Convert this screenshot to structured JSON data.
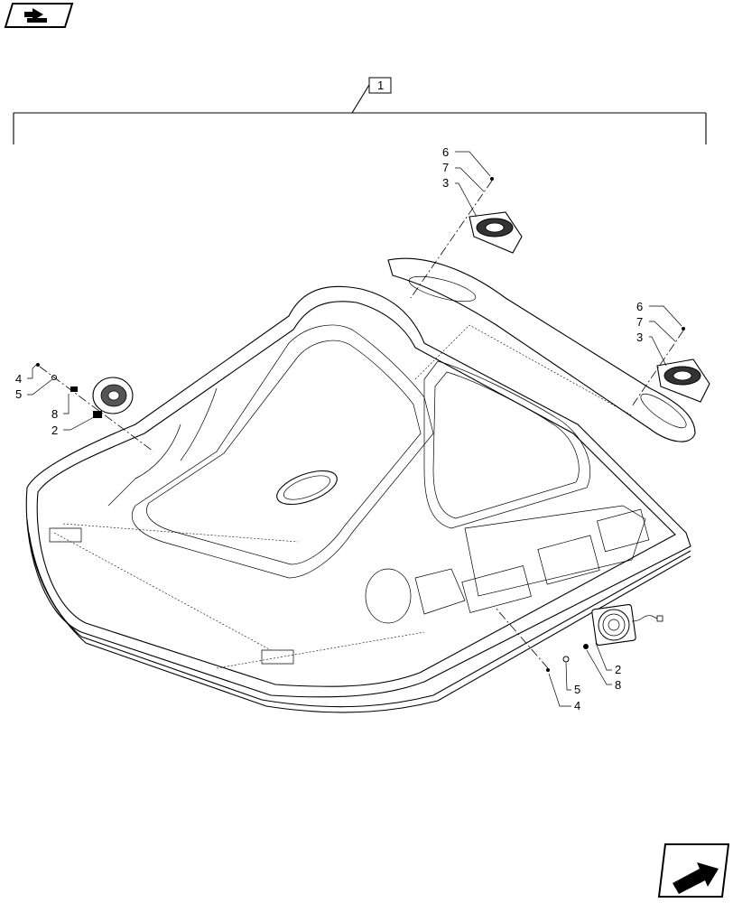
{
  "callouts": {
    "assembly": "1",
    "top_speaker": {
      "a": "6",
      "b": "7",
      "c": "3"
    },
    "right_speaker": {
      "a": "6",
      "b": "7",
      "c": "3"
    },
    "left_speaker": {
      "a": "4",
      "b": "5",
      "c": "8",
      "d": "2"
    },
    "bottom_speaker": {
      "a": "2",
      "b": "8",
      "c": "5",
      "d": "4"
    }
  },
  "icons": {
    "top_left": "previous-page-icon",
    "bottom_right": "next-page-icon"
  }
}
